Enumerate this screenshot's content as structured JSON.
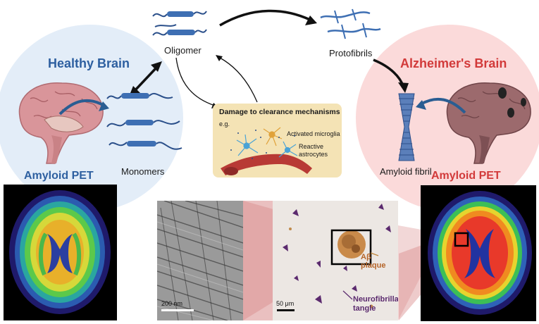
{
  "healthy": {
    "title": "Healthy Brain",
    "pet_label": "Amyloid PET"
  },
  "alzheimers": {
    "title": "Alzheimer's Brain",
    "pet_label": "Amyloid PET"
  },
  "pathway": {
    "oligomer": "Oligomer",
    "protofibrils": "Protofibrils",
    "monomers": "Monomers",
    "amyloid_fibril": "Amyloid fibril"
  },
  "clearance": {
    "title": "Damage to clearance mechanisms",
    "eg": "e.g.",
    "microglia": "Activated microglia",
    "astrocytes_line1": "Reactive",
    "astrocytes_line2": "astrocytes"
  },
  "micrographs": {
    "em_scale": "200 nm",
    "histo_scale": "50 μm",
    "plaque": "Aβ plaque",
    "tangle_line1": "Neurofibrillary",
    "tangle_line2": "tangle"
  },
  "colors": {
    "healthy_bg": "#e3edf8",
    "alz_bg": "#fbdada",
    "healthy_title": "#2d5fa0",
    "alz_title": "#d23a3a",
    "plaque_label": "#b5652a",
    "tangle_label": "#5b2a6e",
    "clearance_box": "#f4e3b5"
  }
}
